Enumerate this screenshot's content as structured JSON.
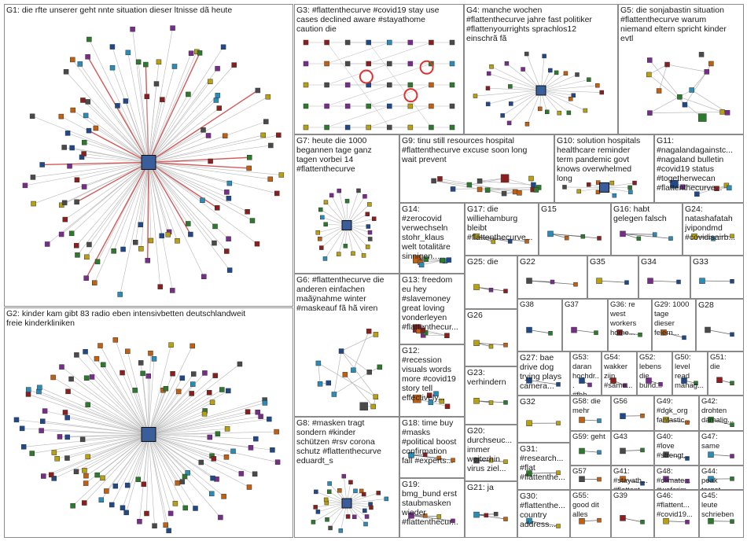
{
  "colors": {
    "border": "#8a8a8a",
    "edge": "#b7b7b7",
    "edge_dark": "#6f6f6f",
    "red_edge": "#d45a5a",
    "node_palette": [
      "#1e4a8c",
      "#2c7a2c",
      "#7a2c8c",
      "#c06010",
      "#2a8cb8",
      "#8c1e1e",
      "#4a4a4a",
      "#b8a010"
    ]
  },
  "groups": [
    {
      "id": "G1",
      "label": "G1: die rfte unserer geht nnte situation dieser ltnisse dã heute",
      "nodes": 110,
      "style": "radial",
      "red": true,
      "hub_icon": "profile-avatar-icon"
    },
    {
      "id": "G2",
      "label": "G2: kinder kam gibt 83 radio eben intensivbetten deutschlandweit\nfreie kinderkliniken",
      "nodes": 120,
      "style": "radial",
      "hub_icon": "profile-avatar-icon"
    },
    {
      "id": "G3",
      "label": "G3: #flattenthecurve #covid19 stay use\ncases declined aware #stayathome\ncaution die",
      "nodes": 40,
      "style": "grid_loops"
    },
    {
      "id": "G4",
      "label": "G4: manche wochen\n#flattenthecurve jahre fast politiker\n#flattenyourrights sprachlos12\neinschrã fã",
      "nodes": 28,
      "style": "radial"
    },
    {
      "id": "G5",
      "label": "G5: die sonjabastin situation\n#flattenthecurve warum\nniemand eltern spricht kinder\nevtl",
      "nodes": 14,
      "style": "mesh"
    },
    {
      "id": "G6",
      "label": "G6: #flattenthecurve die\nanderen einfachen\nmaãÿnahme winter\n#maskeauf fã hã viren",
      "nodes": 14,
      "style": "mesh"
    },
    {
      "id": "G7",
      "label": "G7: heute die 1000\nbegannen tage ganz\ntagen vorbei 14\n#flattenthecurve",
      "nodes": 24,
      "style": "radial"
    },
    {
      "id": "G8",
      "label": "G8: #masken tragt\nsondern #kinder\nschützen #rsv corona\nschutz #flattenthecurve\neduardt_s",
      "nodes": 26,
      "style": "radial"
    },
    {
      "id": "G9",
      "label": "G9: tinu still resources hospital\n#flattenthecurve excuse soon long\nwait prevent",
      "nodes": 16,
      "style": "mesh"
    },
    {
      "id": "G10",
      "label": "G10: solution hospitals\nhealthcare reminder\nterm pandemic govt\nknows overwhelmed\nlong",
      "nodes": 10,
      "style": "radial"
    },
    {
      "id": "G11",
      "label": "G11:\n#nagalandagainstc...\n#nagaland bulletin\n#covid19 status\n#togetherwecan\n#flattenthecurve...",
      "nodes": 6,
      "style": "grid"
    },
    {
      "id": "G12",
      "label": "G12:\n#recession\nvisuals words\nmore #covid19\nstory tell\neffectively...",
      "nodes": 6,
      "style": "grid"
    },
    {
      "id": "G13",
      "label": "G13: freedom\neu hey\n#slavemoney\ngreat loving\nvonderleyen\n#flattenthecur...",
      "nodes": 6,
      "style": "grid"
    },
    {
      "id": "G14",
      "label": "G14:\n#zerocovid\nverwechseln\nstohr_klaus\nwelt totalitäre\nsinnigen...",
      "nodes": 8,
      "style": "mesh"
    },
    {
      "id": "G15",
      "label": "G15",
      "nodes": 4,
      "style": "pair"
    },
    {
      "id": "G16",
      "label": "G16: habt\ngelegen falsch",
      "nodes": 4,
      "style": "pair"
    },
    {
      "id": "G17",
      "label": "G17: die\nwilliehamburg\nbleibt\n#flattenthecurve...",
      "nodes": 4,
      "style": "pair"
    },
    {
      "id": "G18",
      "label": "G18: time buy\n#masks\n#political boost\nconfirmation\nfall #experts...",
      "nodes": 4,
      "style": "pair"
    },
    {
      "id": "G19",
      "label": "G19:\nbmg_bund erst\nstaubmasken\nwieder\n#flattenthecur...",
      "nodes": 4,
      "style": "pair"
    },
    {
      "id": "G20",
      "label": "G20:\ndurchseuc...\nimmer\nweiterhin\nvirus ziel...",
      "nodes": 3,
      "style": "pair"
    },
    {
      "id": "G21",
      "label": "G21: ja",
      "nodes": 4,
      "style": "pair"
    },
    {
      "id": "G22",
      "label": "G22",
      "nodes": 3,
      "style": "pair"
    },
    {
      "id": "G23",
      "label": "G23:\nverhindern",
      "nodes": 3,
      "style": "pair"
    },
    {
      "id": "G24",
      "label": "G24:\nnatashafatah\njvipondmd\n#covidisairb...",
      "nodes": 3,
      "style": "pair"
    },
    {
      "id": "G25",
      "label": "G25: die",
      "nodes": 3,
      "style": "pair"
    },
    {
      "id": "G26",
      "label": "G26",
      "nodes": 3,
      "style": "pair"
    },
    {
      "id": "G27",
      "label": "G27: bae\ndrive dog\ntrying plays\ncamera...",
      "nodes": 2,
      "style": "pair"
    },
    {
      "id": "G28",
      "label": "G28",
      "nodes": 2,
      "style": "pair"
    },
    {
      "id": "G29",
      "label": "G29: 1000\ntage\ndieser\nfeiern...",
      "nodes": 2,
      "style": "pair"
    },
    {
      "id": "G30",
      "label": "G30:\n#flattenthe...\ncountry\naddress...",
      "nodes": 2,
      "style": "pair"
    },
    {
      "id": "G31",
      "label": "G31:\n#research...\n#flat\n#flattenthe...",
      "nodes": 2,
      "style": "pair"
    },
    {
      "id": "G32",
      "label": "G32",
      "nodes": 2,
      "style": "pair"
    },
    {
      "id": "G33",
      "label": "G33",
      "nodes": 2,
      "style": "pair"
    },
    {
      "id": "G34",
      "label": "G34",
      "nodes": 2,
      "style": "pair"
    },
    {
      "id": "G35",
      "label": "G35",
      "nodes": 2,
      "style": "pair"
    },
    {
      "id": "G36",
      "label": "G36: re\nwest\nworkers\nhome...",
      "nodes": 2,
      "style": "pair"
    },
    {
      "id": "G37",
      "label": "G37",
      "nodes": 2,
      "style": "pair"
    },
    {
      "id": "G38",
      "label": "G38",
      "nodes": 2,
      "style": "pair"
    },
    {
      "id": "G39",
      "label": "G39",
      "nodes": 2,
      "style": "pair"
    },
    {
      "id": "G40",
      "label": "G40:\n#love\n#strengt...",
      "nodes": 2,
      "style": "pair"
    },
    {
      "id": "G41",
      "label": "G41:\n#stayath...\n#flattent...",
      "nodes": 2,
      "style": "pair"
    },
    {
      "id": "G42",
      "label": "G42:\ndrohten\ndamalig...",
      "nodes": 2,
      "style": "pair"
    },
    {
      "id": "G43",
      "label": "G43",
      "nodes": 2,
      "style": "pair"
    },
    {
      "id": "G44",
      "label": "G44:\npeak\ntarget...",
      "nodes": 2,
      "style": "pair"
    },
    {
      "id": "G45",
      "label": "G45:\nleute\nschrieben",
      "nodes": 2,
      "style": "pair"
    },
    {
      "id": "G46",
      "label": "G46:\n#flattent...\n#covid19...",
      "nodes": 2,
      "style": "pair"
    },
    {
      "id": "G47",
      "label": "G47:\nsame",
      "nodes": 2,
      "style": "pair"
    },
    {
      "id": "G48",
      "label": "G48:\n#climate...\n#wefcrim...",
      "nodes": 2,
      "style": "pair"
    },
    {
      "id": "G49",
      "label": "G49:\n#dgk_org\nfantastic...",
      "nodes": 2,
      "style": "pair"
    },
    {
      "id": "G50",
      "label": "G50:\nlevel\nread\nmanag...",
      "nodes": 2,
      "style": "pair"
    },
    {
      "id": "G51",
      "label": "G51:\ndie",
      "nodes": 2,
      "style": "pair"
    },
    {
      "id": "G52",
      "label": "G52:\nlebens\ndie\nbund...",
      "nodes": 2,
      "style": "pair"
    },
    {
      "id": "G53",
      "label": "G53:\ndaran\nhochdr...\n#fhh...",
      "nodes": 2,
      "style": "pair"
    },
    {
      "id": "G54",
      "label": "G54:\nwakker\nzijn\n#same...",
      "nodes": 2,
      "style": "pair"
    },
    {
      "id": "G55",
      "label": "G55:\ngood dit\nalles",
      "nodes": 2,
      "style": "pair"
    },
    {
      "id": "G56",
      "label": "G56",
      "nodes": 2,
      "style": "pair"
    },
    {
      "id": "G57",
      "label": "G57",
      "nodes": 2,
      "style": "pair"
    },
    {
      "id": "G58",
      "label": "G58: die\nmehr",
      "nodes": 2,
      "style": "pair"
    },
    {
      "id": "G59",
      "label": "G59: geht",
      "nodes": 2,
      "style": "pair"
    }
  ]
}
